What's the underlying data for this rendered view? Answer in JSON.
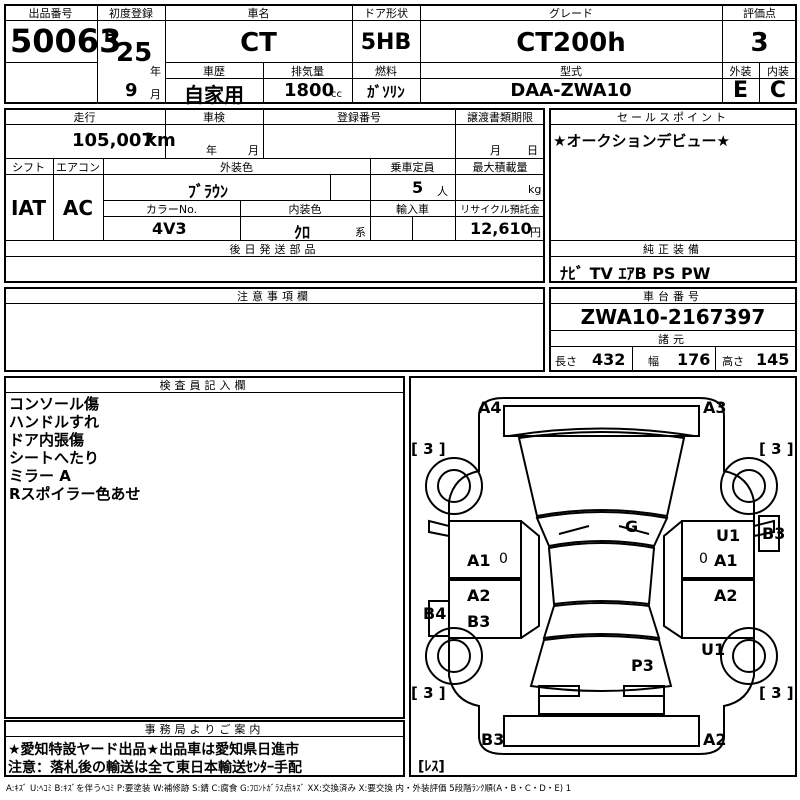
{
  "header": {
    "lot_label": "出品番号",
    "lot": "50063",
    "first_reg_label": "初度登録",
    "era": "H",
    "year": "25",
    "year_unit": "年",
    "month": "9",
    "month_unit": "月",
    "name_label": "車名",
    "name": "CT",
    "door_label": "ドア形状",
    "door": "5HB",
    "grade_label": "グレード",
    "grade": "CT200h",
    "score_label": "評価点",
    "score": "3",
    "history_label": "車歴",
    "history": "自家用",
    "disp_label": "排気量",
    "disp": "1800",
    "disp_unit": "cc",
    "fuel_label": "燃料",
    "fuel": "ｶﾞｿﾘﾝ",
    "model_label": "型式",
    "model": "DAA-ZWA10",
    "ext_label": "外装",
    "ext": "E",
    "int_label": "内装",
    "int": "C"
  },
  "details": {
    "mileage_label": "走行",
    "mileage": "105,007",
    "mileage_unit": "km",
    "inspection_label": "車検",
    "inspection_year_unit": "年",
    "inspection_month_unit": "月",
    "reg_no_label": "登録番号",
    "transfer_label": "譲渡書類期限",
    "transfer_month_unit": "月",
    "transfer_day_unit": "日",
    "shift_label": "シフト",
    "shift": "IAT",
    "ac_label": "エアコン",
    "ac": "AC",
    "color_label": "外装色",
    "color": "ﾌﾞﾗｳﾝ",
    "capacity_label": "乗車定員",
    "capacity": "5",
    "capacity_unit": "人",
    "load_label": "最大積載量",
    "load_unit": "kg",
    "color_no_label": "カラーNo.",
    "color_no": "4V3",
    "int_color_label": "内装色",
    "int_color": "ｸﾛ",
    "int_color_unit": "系",
    "import_label": "輸入車",
    "recycle_label": "リサイクル預託金",
    "recycle": "12,610",
    "recycle_unit": "円",
    "later_label": "後日発送部品"
  },
  "sales_point": {
    "label": "セールスポイント",
    "text": "★オークションデビュー★"
  },
  "equipment": {
    "label": "純正装備",
    "items": "ﾅﾋﾞ  TV  ｴｱB  PS  PW"
  },
  "notes_label": "注意事項欄",
  "chassis": {
    "label": "車台番号",
    "value": "ZWA10-2167397",
    "dims_label": "諸元",
    "length_label": "長さ",
    "length": "432",
    "width_label": "幅",
    "width": "176",
    "height_label": "高さ",
    "height": "145"
  },
  "inspector": {
    "label": "検査員記入欄",
    "lines": [
      "コンソール傷",
      "ハンドルすれ",
      "ドア内張傷",
      "シートへたり",
      "ミラー A",
      "Rスポイラー色あせ"
    ]
  },
  "office": {
    "label": "事務局よりご案内",
    "line1": "★愛知特設ヤード出品★出品車は愛知県日進市",
    "line2": "注意：落札後の輸送は全て東日本輸送ｾﾝﾀｰ手配"
  },
  "legend": "A:ｷｽﾞ U:ﾍｺﾐ B:ｷｽﾞを伴うﾍｺﾐ P:要塗装 W:補修跡 S:錆 C:腐食 G:ﾌﾛﾝﾄｶﾞﾗｽ点ｷｽﾞ XX:交換済み X:要交換  内・外装評価 5段階ﾗﾝｸ順(A・B・C・D・E) 1",
  "diagram": {
    "marks": {
      "a4": "A4",
      "a3_top": "A3",
      "g": "G",
      "u1_r": "U1",
      "b3_r": "B3",
      "a1_l": "A1",
      "zero_l": "0",
      "a1_r": "A1",
      "zero_r": "0",
      "a2_l": "A2",
      "a2_r": "A2",
      "b4": "B4",
      "b3_l": "B3",
      "u1_rr": "U1",
      "p3": "P3",
      "b3_bot": "B3",
      "a2_bot": "A2"
    },
    "tires": {
      "tl": "[ 3 ]",
      "tr": "[ 3 ]",
      "bl": "[ 3 ]",
      "br": "[ 3 ]"
    },
    "spare": "[ﾚｽ]"
  }
}
